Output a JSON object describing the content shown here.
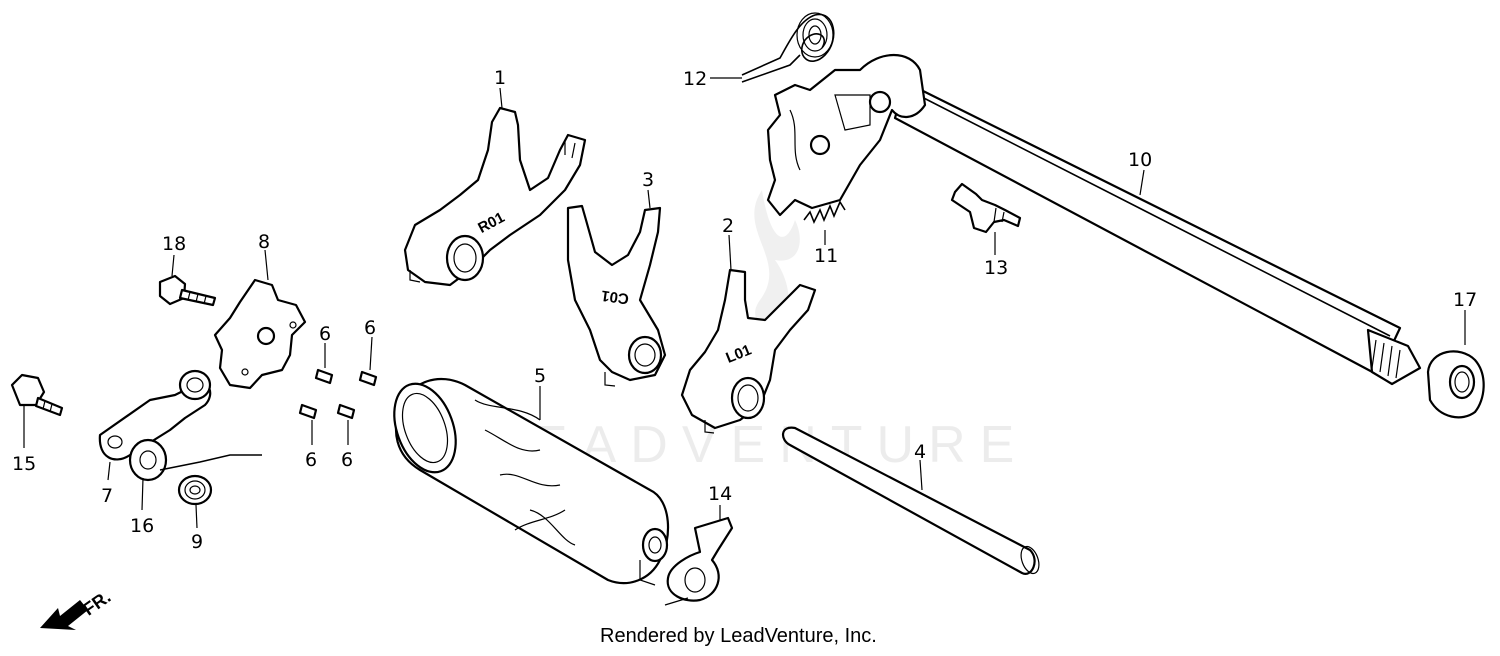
{
  "diagram": {
    "callouts": [
      {
        "id": "1",
        "label": "1"
      },
      {
        "id": "2",
        "label": "2"
      },
      {
        "id": "3",
        "label": "3"
      },
      {
        "id": "4",
        "label": "4"
      },
      {
        "id": "5",
        "label": "5"
      },
      {
        "id": "6a",
        "label": "6"
      },
      {
        "id": "6b",
        "label": "6"
      },
      {
        "id": "6c",
        "label": "6"
      },
      {
        "id": "6d",
        "label": "6"
      },
      {
        "id": "7",
        "label": "7"
      },
      {
        "id": "8",
        "label": "8"
      },
      {
        "id": "9",
        "label": "9"
      },
      {
        "id": "10",
        "label": "10"
      },
      {
        "id": "11",
        "label": "11"
      },
      {
        "id": "12",
        "label": "12"
      },
      {
        "id": "13",
        "label": "13"
      },
      {
        "id": "14",
        "label": "14"
      },
      {
        "id": "15",
        "label": "15"
      },
      {
        "id": "16",
        "label": "16"
      },
      {
        "id": "17",
        "label": "17"
      },
      {
        "id": "18",
        "label": "18"
      }
    ],
    "fork_stamps": {
      "right": "R01",
      "center": "C01",
      "left": "L01"
    },
    "watermark": "LEADVENTURE",
    "direction_label": "FR.",
    "credit": "Rendered by LeadVenture, Inc."
  }
}
